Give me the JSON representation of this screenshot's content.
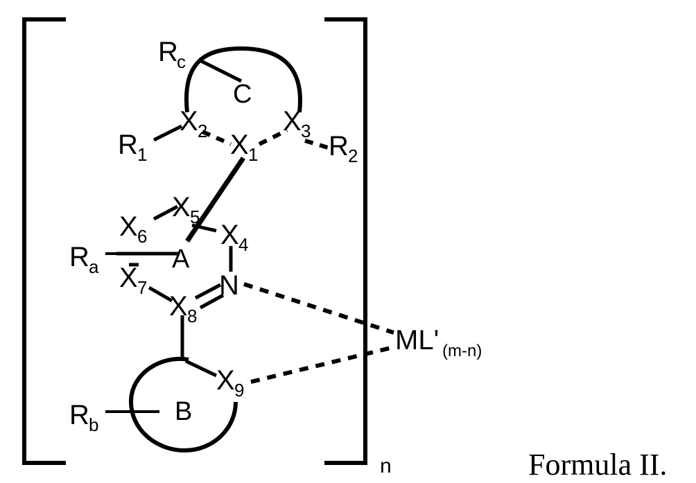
{
  "figure": {
    "caption": "Formula II.",
    "bracket_subscript": "n",
    "title": "Formula II chemical structure"
  },
  "rings": {
    "c": {
      "label": "C"
    },
    "a": {
      "label": "A"
    },
    "b": {
      "label": "B"
    }
  },
  "atoms": {
    "x1": {
      "symbol": "X",
      "sub": "1"
    },
    "x2": {
      "symbol": "X",
      "sub": "2"
    },
    "x3": {
      "symbol": "X",
      "sub": "3"
    },
    "x4": {
      "symbol": "X",
      "sub": "4"
    },
    "x5": {
      "symbol": "X",
      "sub": "5"
    },
    "x6": {
      "symbol": "X",
      "sub": "6"
    },
    "x7": {
      "symbol": "X",
      "sub": "7"
    },
    "x8": {
      "symbol": "X",
      "sub": "8"
    },
    "x9": {
      "symbol": "X",
      "sub": "9"
    },
    "n": {
      "symbol": "N"
    }
  },
  "substituents": {
    "r1": {
      "symbol": "R",
      "sub": "1"
    },
    "r2": {
      "symbol": "R",
      "sub": "2"
    },
    "ra": {
      "symbol": "R",
      "sub": "a"
    },
    "rb": {
      "symbol": "R",
      "sub": "b"
    },
    "rc": {
      "symbol": "R",
      "sub": "c"
    }
  },
  "metal": {
    "symbol": "ML'",
    "sub": "(m-n)"
  },
  "colors": {
    "ink": "#000000",
    "background": "#ffffff"
  }
}
